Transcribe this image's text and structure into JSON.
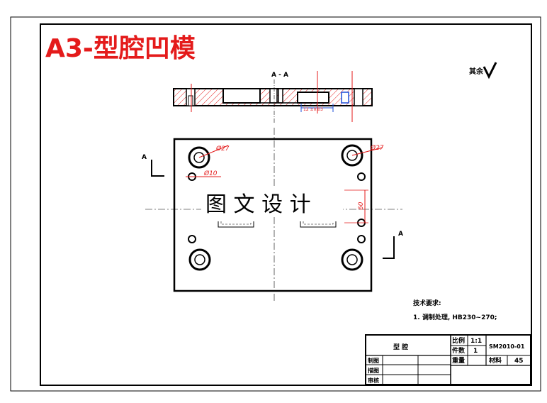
{
  "header": {
    "title": "A3-型腔凹模"
  },
  "section_label": "A - A",
  "roughness_label": "其余",
  "watermark": "图 文 设 计",
  "dimensions": {
    "hole_large_left": "Ø27",
    "hole_large_right": "Ø27",
    "hole_small": "Ø10",
    "vertical_dim": "60",
    "section_dim": "12 ±0.03"
  },
  "section_marks": {
    "upper": "A",
    "lower": "A"
  },
  "tech_requirements": {
    "heading": "技术要求:",
    "item1": "1. 调制处理, HB230~270;"
  },
  "title_block": {
    "part_name": "型    腔",
    "scale_label": "比例",
    "scale_value": "1:1",
    "qty_label": "件数",
    "qty_value": "1",
    "weight_label": "重量",
    "material_label": "材料",
    "material_value": "45",
    "drawing_no": "SM2010-01",
    "drawn_label": "制图",
    "traced_label": "描图",
    "checked_label": "审核"
  },
  "colors": {
    "title": "#e41b1b",
    "dim": "#e41b1b",
    "line": "#000000",
    "blue": "#1e4fd8"
  }
}
